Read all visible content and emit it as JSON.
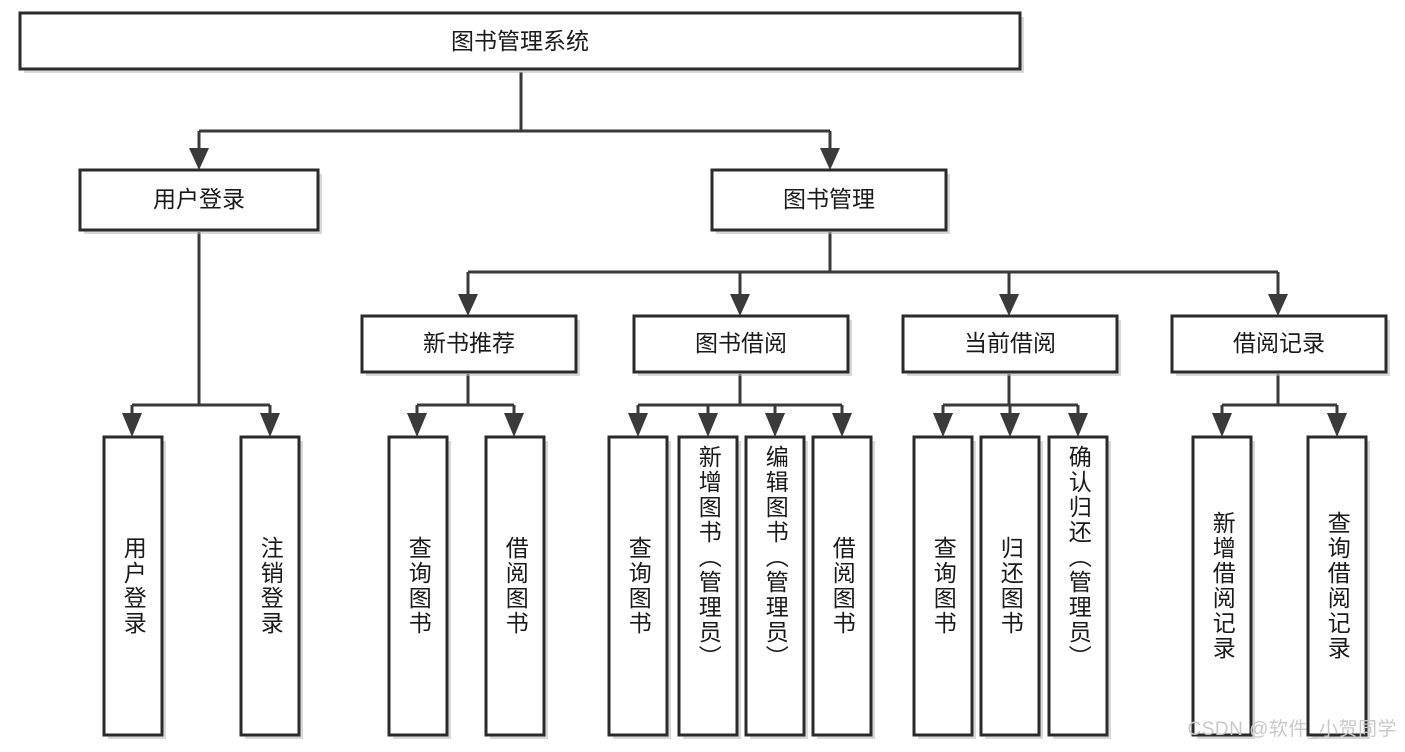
{
  "diagram": {
    "type": "hierarchy-tree",
    "title": "图书管理系统",
    "watermark": "CSDN @软件_小贺同学",
    "colors": {
      "box_stroke": "#2b2b2b",
      "connector": "#3a3a3a",
      "box_fill": "#ffffff",
      "text": "#1a1a1a",
      "watermark": "#c9c9c9"
    },
    "root": {
      "id": "root",
      "label": "图书管理系统"
    },
    "level2": [
      {
        "id": "user-login",
        "label": "用户登录"
      },
      {
        "id": "book-manage",
        "label": "图书管理"
      }
    ],
    "level3": [
      {
        "id": "new-book-recommend",
        "label": "新书推荐",
        "parent": "book-manage"
      },
      {
        "id": "book-borrow",
        "label": "图书借阅",
        "parent": "book-manage"
      },
      {
        "id": "current-borrow",
        "label": "当前借阅",
        "parent": "book-manage"
      },
      {
        "id": "borrow-record",
        "label": "借阅记录",
        "parent": "book-manage"
      }
    ],
    "leaves": [
      {
        "id": "leaf-user-login",
        "label": "用户登录",
        "parent": "user-login"
      },
      {
        "id": "leaf-user-logout",
        "label": "注销登录",
        "parent": "user-login"
      },
      {
        "id": "leaf-query-book-1",
        "label": "查询图书",
        "parent": "new-book-recommend"
      },
      {
        "id": "leaf-borrow-book-1",
        "label": "借阅图书",
        "parent": "new-book-recommend"
      },
      {
        "id": "leaf-query-book-2",
        "label": "查询图书",
        "parent": "book-borrow"
      },
      {
        "id": "leaf-add-book",
        "label": "新增图书（管理员）",
        "parent": "book-borrow"
      },
      {
        "id": "leaf-edit-book",
        "label": "编辑图书（管理员）",
        "parent": "book-borrow"
      },
      {
        "id": "leaf-borrow-book-2",
        "label": "借阅图书",
        "parent": "book-borrow"
      },
      {
        "id": "leaf-query-book-3",
        "label": "查询图书",
        "parent": "current-borrow"
      },
      {
        "id": "leaf-return-book",
        "label": "归还图书",
        "parent": "current-borrow"
      },
      {
        "id": "leaf-confirm-return",
        "label": "确认归还（管理员）",
        "parent": "current-borrow"
      },
      {
        "id": "leaf-add-record",
        "label": "新增借阅记录",
        "parent": "borrow-record"
      },
      {
        "id": "leaf-query-record",
        "label": "查询借阅记录",
        "parent": "borrow-record"
      }
    ]
  }
}
